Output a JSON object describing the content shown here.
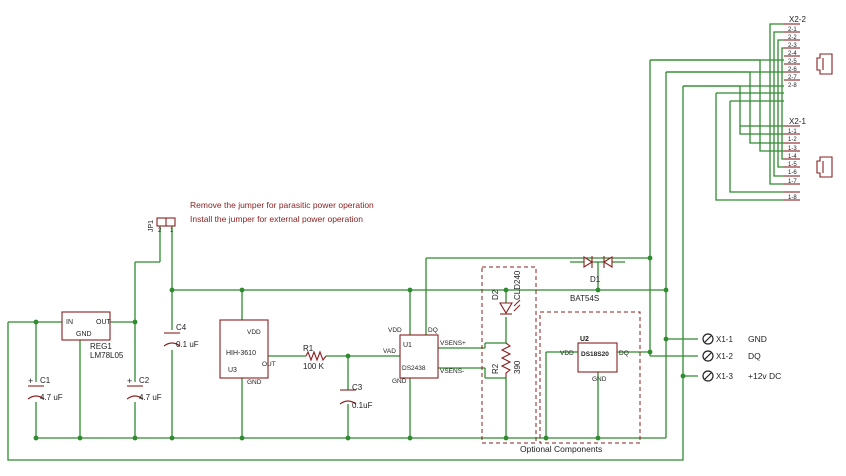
{
  "notes": {
    "line1": "Remove the jumper for parasitic power operation",
    "line2": "Install the jumper for external power operation"
  },
  "jumper": {
    "name": "JP1",
    "pin2": "2",
    "pin1": "1"
  },
  "reg1": {
    "in": "IN",
    "out": "OUT",
    "gnd": "GND",
    "name": "REG1",
    "value": "LM78L05"
  },
  "c1": {
    "name": "C1",
    "value": "4.7 uF",
    "plus": "+"
  },
  "c2": {
    "name": "C2",
    "value": "4.7 uF",
    "plus": "+"
  },
  "c3": {
    "name": "C3",
    "value": "0.1uF"
  },
  "c4": {
    "name": "C4",
    "value": "0.1 uF"
  },
  "u3": {
    "vdd": "VDD",
    "part": "HIH-3610",
    "out": "OUT",
    "name": "U3",
    "gnd": "GND"
  },
  "r1": {
    "name": "R1",
    "value": "100 K"
  },
  "u1": {
    "vdd": "VDD",
    "dq": "DQ",
    "vad": "VAD",
    "name": "U1",
    "part": "DS2438",
    "vsens_plus": "VSENS+",
    "vsens_minus": "VSENS-",
    "gnd": "GND"
  },
  "d2": {
    "name": "D2",
    "value": "CLD240"
  },
  "r2": {
    "name": "R2",
    "value": "390"
  },
  "d1": {
    "name": "D1",
    "value": "BAT54S"
  },
  "u2": {
    "name": "U2",
    "part": "DS18S20",
    "vdd": "VDD",
    "dq": "DQ",
    "gnd": "GND"
  },
  "optional_label": "Optional Components",
  "x1": [
    {
      "pin": "X1-1",
      "signal": "GND"
    },
    {
      "pin": "X1-2",
      "signal": "DQ"
    },
    {
      "pin": "X1-3",
      "signal": "+12v DC"
    }
  ],
  "x2_2": {
    "title": "X2-2",
    "pins": [
      "2-1",
      "2-2",
      "2-3",
      "2-4",
      "2-5",
      "2-6",
      "2-7",
      "2-8"
    ]
  },
  "x2_1": {
    "title": "X2-1",
    "pins": [
      "1-1",
      "1-2",
      "1-3",
      "1-4",
      "1-5",
      "1-6",
      "1-7",
      "1-8"
    ]
  },
  "colors": {
    "wire": "#2e8b2e",
    "part": "#8a1f1f",
    "text": "#222222"
  }
}
